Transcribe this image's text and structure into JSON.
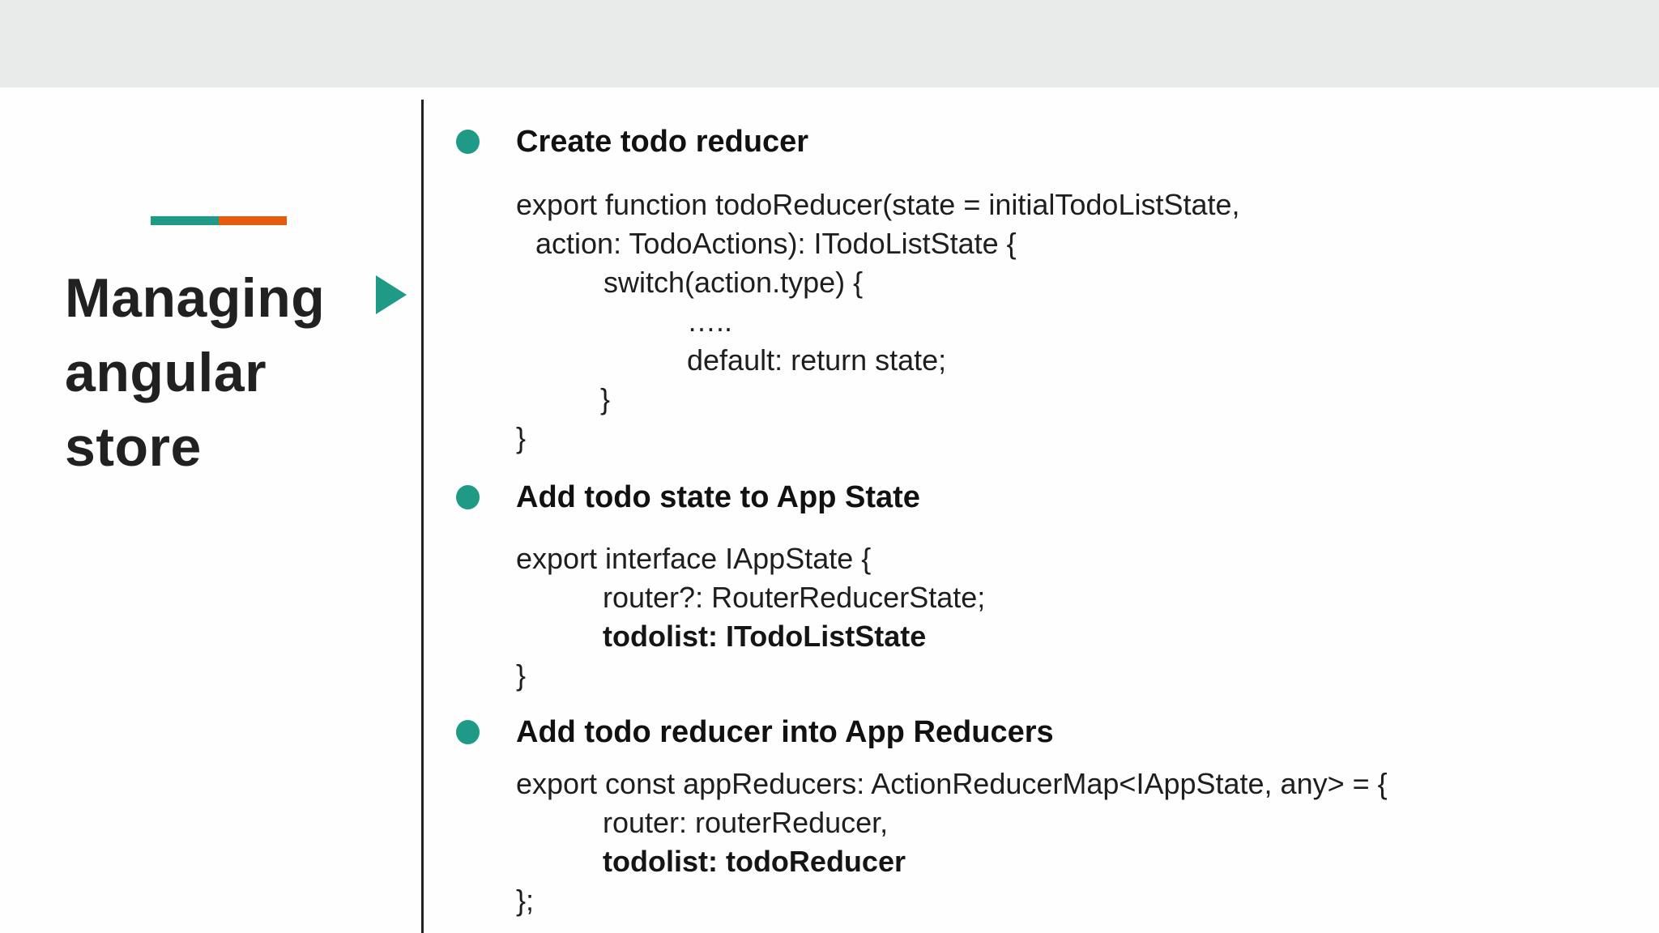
{
  "slide": {
    "title_lines": [
      "Managing",
      "angular",
      "store"
    ],
    "colors": {
      "teal_accent": "#1f9a87",
      "orange_accent": "#e65c0e",
      "top_band": "#e8ebe9",
      "text": "#1e1e1e"
    },
    "sections": [
      {
        "heading": "Create todo reducer",
        "code": [
          "export function todoReducer(state = initialTodoListState,",
          "action: TodoActions): ITodoListState {",
          "switch(action.type) {",
          "…..",
          "default: return state;",
          "}",
          "}"
        ]
      },
      {
        "heading": "Add todo state to App State",
        "code": [
          "export interface IAppState {",
          "router?: RouterReducerState;",
          "todolist: ITodoListState",
          "}"
        ]
      },
      {
        "heading": "Add todo reducer into App Reducers",
        "code": [
          "export const appReducers: ActionReducerMap<IAppState, any> = {",
          "router: routerReducer,",
          "todolist: todoReducer",
          "};"
        ]
      }
    ]
  }
}
